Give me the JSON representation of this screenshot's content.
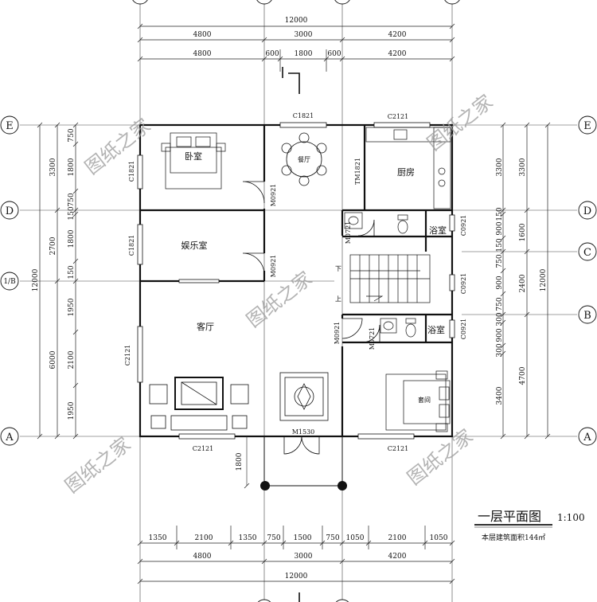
{
  "plan_title": "一层平面图",
  "scale": "1:100",
  "area_note": "本层建筑面积144㎡",
  "watermark": "图纸之家",
  "top_dims": {
    "overall": "12000",
    "row1": [
      "4800",
      "3000",
      "4200"
    ],
    "row2": [
      "4800",
      "600",
      "1800",
      "600",
      "4200"
    ]
  },
  "bottom_dims": {
    "row1": [
      "1350",
      "2100",
      "1350",
      "750",
      "1500",
      "750",
      "1050",
      "2100",
      "1050"
    ],
    "row2": [
      "4800",
      "3000",
      "4200"
    ],
    "overall": "12000"
  },
  "left_dims": {
    "overall": "12000",
    "mid": [
      "3300",
      "2700",
      "6000"
    ],
    "inner": [
      "750",
      "1800",
      "750",
      "150",
      "1800",
      "150",
      "1950",
      "2100",
      "1950"
    ]
  },
  "right_dims": {
    "overall": "12000",
    "mid": [
      "3300",
      "1600",
      "2400",
      "4700"
    ],
    "inner": [
      "150",
      "900",
      "150",
      "750",
      "900",
      "750",
      "300",
      "900",
      "300",
      "3400"
    ]
  },
  "axes": [
    "E",
    "D",
    "C",
    "1/B",
    "B",
    "A"
  ],
  "rooms": {
    "bedroom": "卧室",
    "dining": "餐厅",
    "kitchen": "厨房",
    "recreation": "娱乐室",
    "bath": "浴室",
    "bath2": "浴室",
    "living": "客厅",
    "suite": "套间",
    "stair_down": "下",
    "stair_up": "上"
  },
  "tags": {
    "c1821_top": "C1821",
    "c2121_top": "C2121",
    "c1821_bed": "C1821",
    "m0921_bed": "M0921",
    "tm1821": "TM1821",
    "m0721_a": "M0721",
    "c0921_a": "C0921",
    "c1821_rec": "C1821",
    "m0921_rec": "M0921",
    "c0921_b": "C0921",
    "m0921_hall": "M0921",
    "m0721_b": "M0721",
    "c0921_c": "C0921",
    "c2121_left": "C2121",
    "m1530": "M1530",
    "c2121_bot_l": "C2121",
    "c2121_bot_r": "C2121",
    "porch_depth": "1800"
  }
}
